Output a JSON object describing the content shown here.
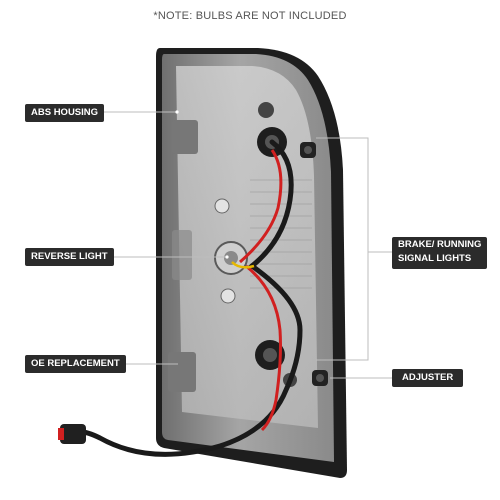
{
  "note": "*NOTE: BULBS ARE NOT INCLUDED",
  "labels": {
    "abs_housing": "ABS HOUSING",
    "reverse_light": "REVERSE LIGHT",
    "oe_replacement": "OE REPLACEMENT",
    "brake_running_line1": "BRAKE/ RUNNING",
    "brake_running_line2": "SIGNAL LIGHTS",
    "adjuster": "ADJUSTER"
  },
  "colors": {
    "label_bg": "#2b2b2b",
    "label_text": "#ffffff",
    "leader_line": "#bdbdbd",
    "housing": "#8e8e8e",
    "wire_red": "#d12020",
    "wire_black": "#1a1a1a"
  }
}
